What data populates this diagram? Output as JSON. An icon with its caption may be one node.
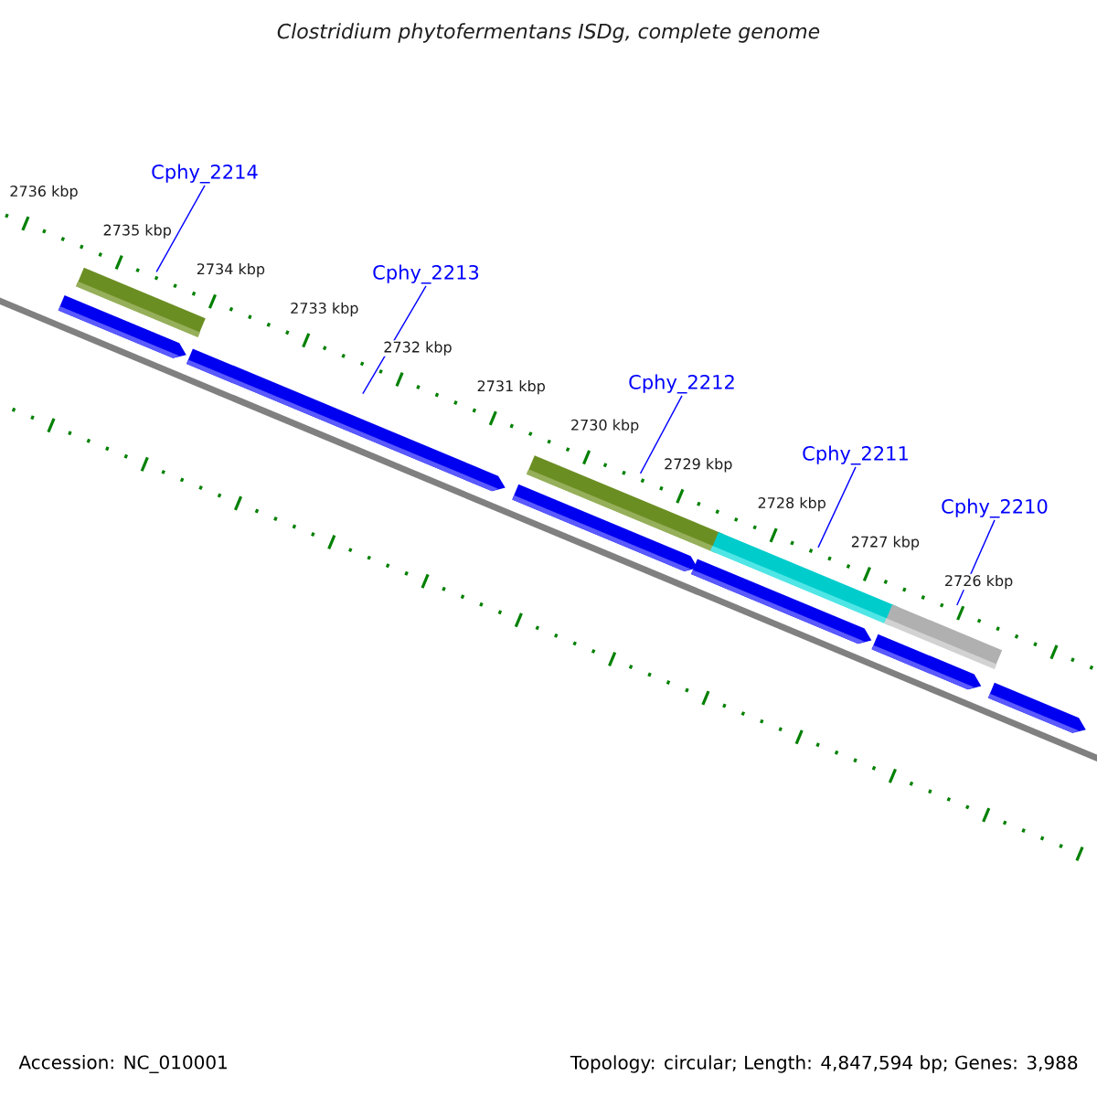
{
  "diagram": {
    "title": "Clostridium phytofermentans ISDg, complete genome",
    "nodes": [
      {
        "text": [
          "Cphy_2214"
        ]
      },
      {
        "text": [
          "Cphy_2213"
        ]
      },
      {
        "text": [
          "Cphy_2212"
        ]
      },
      {
        "text": [
          "Cphy_2211"
        ]
      },
      {
        "text": [
          "Cphy_2210"
        ]
      },
      {
        "text": [],
        "shape": "bar"
      },
      {
        "text": [],
        "shape": "bar"
      },
      {
        "text": [],
        "shape": "bar"
      },
      {
        "text": [],
        "shape": "bar"
      },
      {
        "text": [],
        "shape": "arrow"
      },
      {
        "text": [],
        "shape": "arrow"
      },
      {
        "text": [],
        "shape": "arrow"
      },
      {
        "text": [],
        "shape": "arrow"
      },
      {
        "text": [],
        "shape": "arrow"
      },
      {
        "text": [],
        "shape": "arrow"
      }
    ],
    "edges": [
      {
        "from": 0,
        "to": 5,
        "arrow": "none"
      },
      {
        "from": 1,
        "to": 10,
        "arrow": "none"
      },
      {
        "from": 2,
        "to": 6,
        "arrow": "none"
      },
      {
        "from": 3,
        "to": 7,
        "arrow": "none"
      },
      {
        "from": 4,
        "to": 8,
        "arrow": "none"
      }
    ],
    "labels": [
      "2736 kbp",
      "2735 kbp",
      "2734 kbp",
      "2733 kbp",
      "2732 kbp",
      "2731 kbp",
      "2730 kbp",
      "2729 kbp",
      "2728 kbp",
      "2727 kbp",
      "2726 kbp",
      "Accession: NC_010001",
      "Topology: circular; Length: 4,847,594 bp; Genes: 3,988"
    ]
  }
}
